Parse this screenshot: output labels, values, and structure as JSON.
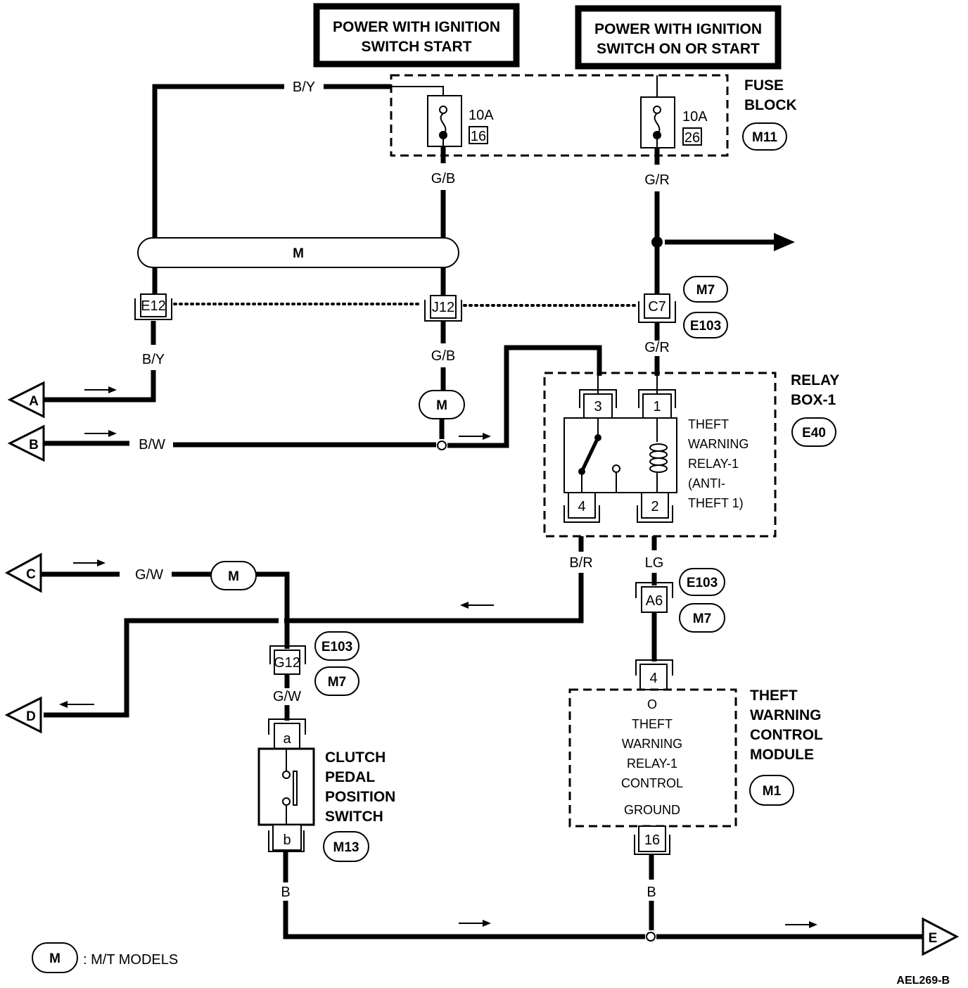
{
  "power_boxes": [
    {
      "line1": "POWER WITH IGNITION",
      "line2": "SWITCH START"
    },
    {
      "line1": "POWER WITH IGNITION",
      "line2": "SWITCH ON OR START"
    }
  ],
  "fuse_block": {
    "title_line1": "FUSE",
    "title_line2": "BLOCK",
    "connector": "M11",
    "fuses": [
      {
        "rating": "10A",
        "number": "16"
      },
      {
        "rating": "10A",
        "number": "26"
      }
    ]
  },
  "wires": {
    "by_top": "B/Y",
    "gb_top": "G/B",
    "gr_top": "G/R",
    "by_mid": "B/Y",
    "gb_mid": "G/B",
    "gr_mid": "G/R",
    "bw": "B/W",
    "gw_left": "G/W",
    "gw_mid": "G/W",
    "br": "B/R",
    "lg": "LG",
    "b_left": "B",
    "b_right": "B"
  },
  "model_bar": {
    "label": "M"
  },
  "connectors": {
    "e12": "E12",
    "j12": "J12",
    "c7": "C7",
    "c7_refs": [
      "M7",
      "E103"
    ],
    "a6": "A6",
    "a6_refs": [
      "E103",
      "M7"
    ],
    "g12": "G12",
    "g12_refs": [
      "E103",
      "M7"
    ]
  },
  "model_markers": {
    "gb": "M",
    "gw": "M"
  },
  "relay_box": {
    "title_line1": "RELAY",
    "title_line2": "BOX-1",
    "connector": "E40",
    "pins": [
      "3",
      "1",
      "4",
      "2"
    ],
    "desc": [
      "THEFT",
      "WARNING",
      "RELAY-1",
      "(ANTI-",
      "THEFT 1)"
    ]
  },
  "control_module": {
    "title": [
      "THEFT",
      "WARNING",
      "CONTROL",
      "MODULE"
    ],
    "connector": "M1",
    "pin_top": "4",
    "pin_bottom": "16",
    "inner": [
      "O",
      "THEFT",
      "WARNING",
      "RELAY-1",
      "CONTROL",
      "GROUND"
    ]
  },
  "clutch_switch": {
    "title": [
      "CLUTCH",
      "PEDAL",
      "POSITION",
      "SWITCH"
    ],
    "connector": "M13",
    "pin_top": "a",
    "pin_bottom": "b"
  },
  "off_page": {
    "a": "A",
    "b": "B",
    "c": "C",
    "d": "D",
    "e": "E"
  },
  "legend": {
    "symbol": "M",
    "text": ": M/T MODELS"
  },
  "figure_id": "AEL269-B"
}
